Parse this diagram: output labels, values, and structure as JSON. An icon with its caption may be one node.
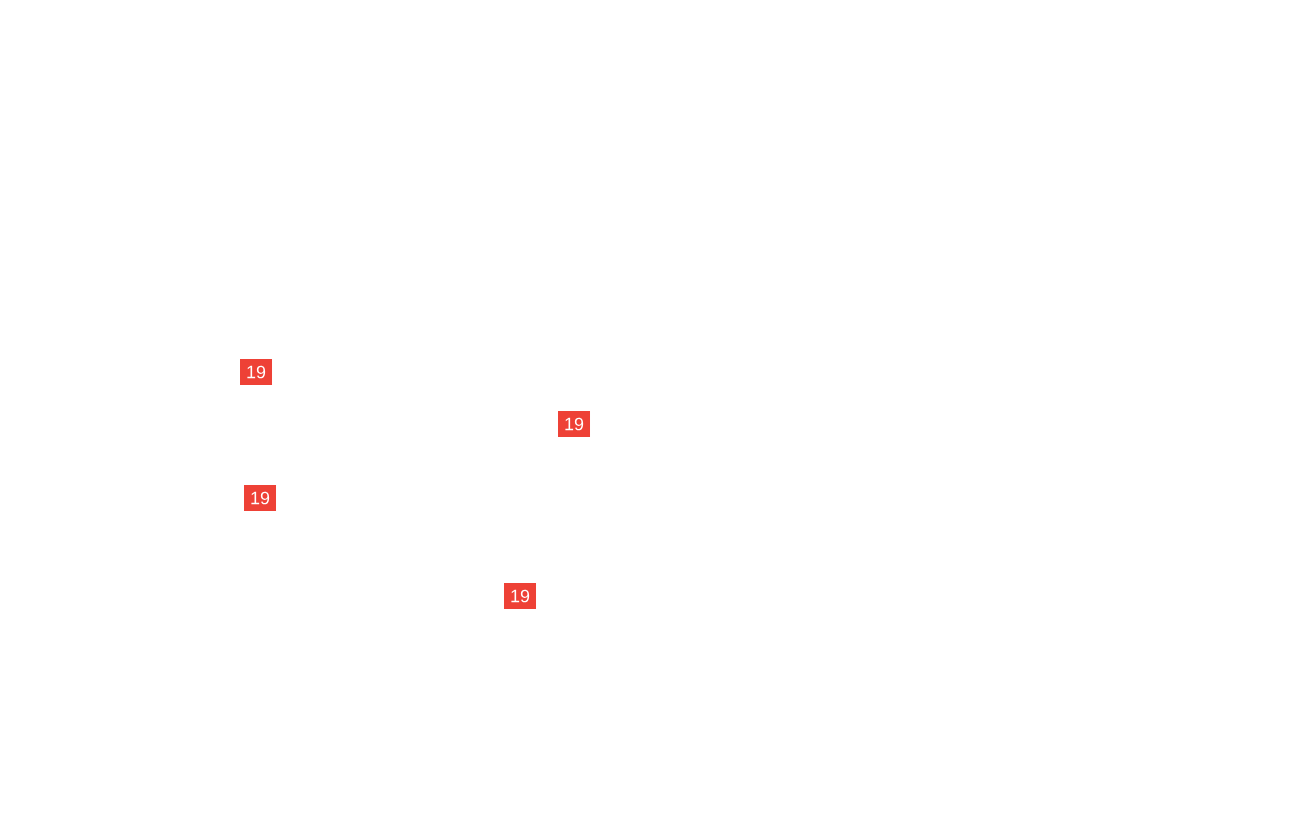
{
  "diagram": {
    "labels": [
      "19",
      "19",
      "19",
      "19"
    ]
  }
}
